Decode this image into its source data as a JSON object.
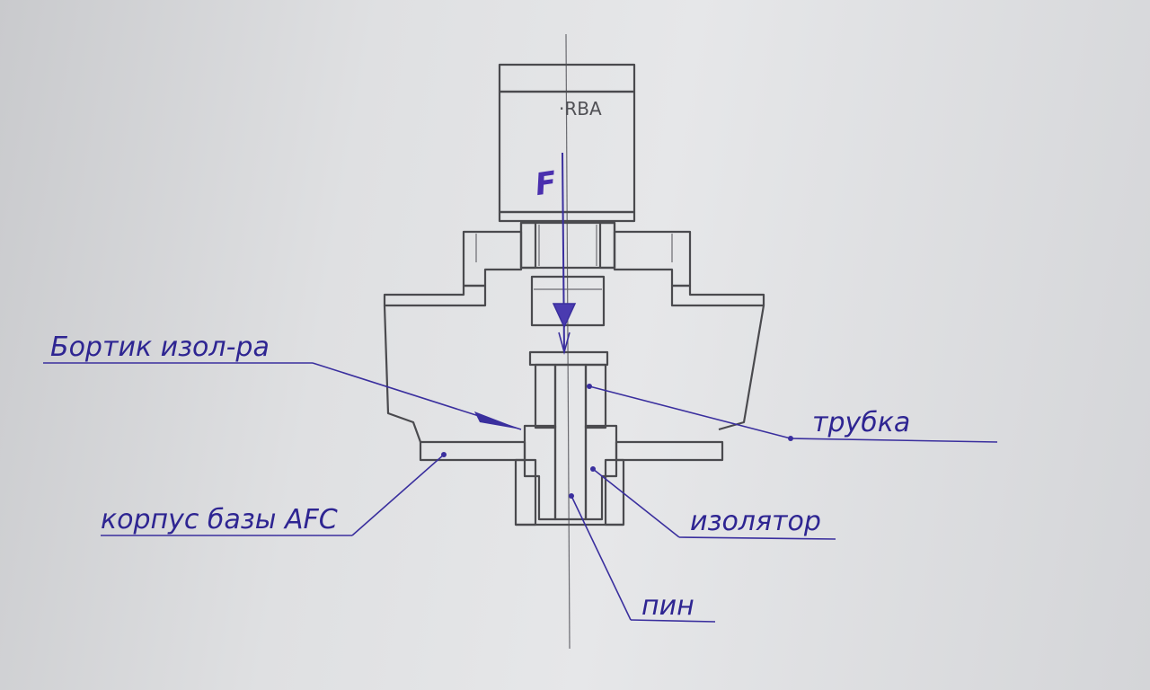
{
  "labels": {
    "rim": "Бортик изол-ра",
    "tube": "трубка",
    "body": "корпус базы AFC",
    "insulator": "изолятор",
    "pin": "пин",
    "device_mark": "·RBA",
    "force": "F"
  },
  "colors": {
    "ink": "#3a2f9e",
    "pencil": "#4a4a4e",
    "paper": "#e2e3e5"
  }
}
